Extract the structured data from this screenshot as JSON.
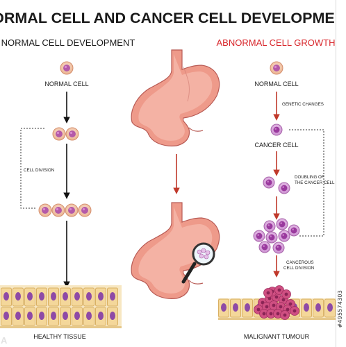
{
  "title": "NORMAL CELL AND CANCER CELL DEVELOPMENT",
  "left": {
    "header": "NORMAL CELL DEVELOPMENT",
    "normal_cell": "NORMAL CELL",
    "cell_division": "CELL DIVISION",
    "healthy_tissue": "HEALTHY TISSUE"
  },
  "right": {
    "header": "ABNORMAL CELL GROWTH",
    "normal_cell": "NORMAL CELL",
    "genetic_changes": "GENETIC CHANGES",
    "cancer_cell": "CANCER CELL",
    "doubling_line1": "DOUBLING OF",
    "doubling_line2": "THE CANCER CELL",
    "cancerous_line1": "CANCEROUS",
    "cancerous_line2": "CELL DIVISION",
    "malignant_tumour": "MALIGNANT TUMOUR"
  },
  "stock_id": "#495574303",
  "colors": {
    "cell_fill": "#f3c8aa",
    "cell_nucleus": "#b45aa8",
    "cancer_cell": "#d9a0d6",
    "cancer_nucleus": "#9a3a9e",
    "tumour": "#cf4f82",
    "stomach": "#ef9a8e",
    "arrow_normal": "#111111",
    "arrow_abnormal": "#c0392b",
    "header_abnormal": "#d8262b",
    "tissue_cell": "#f4d79a"
  }
}
